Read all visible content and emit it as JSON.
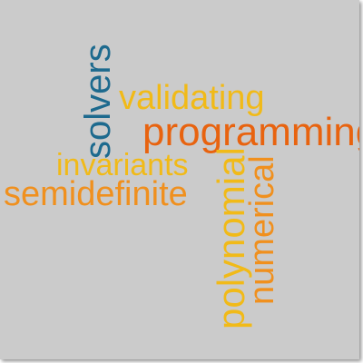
{
  "cloud": {
    "background": "#cbcbcb",
    "words": [
      {
        "id": "programming",
        "text": "programming",
        "color": "#e8630f"
      },
      {
        "id": "semidefinite",
        "text": "semidefinite",
        "color": "#f0901e"
      },
      {
        "id": "validating",
        "text": "validating",
        "color": "#f1ba18"
      },
      {
        "id": "invariants",
        "text": "invariants",
        "color": "#f1ba18"
      },
      {
        "id": "solvers",
        "text": "solvers",
        "color": "#1d6a8e"
      },
      {
        "id": "polynomial",
        "text": "polynomial",
        "color": "#f1ba18"
      },
      {
        "id": "numerical",
        "text": "numerical",
        "color": "#f0901e"
      }
    ]
  }
}
